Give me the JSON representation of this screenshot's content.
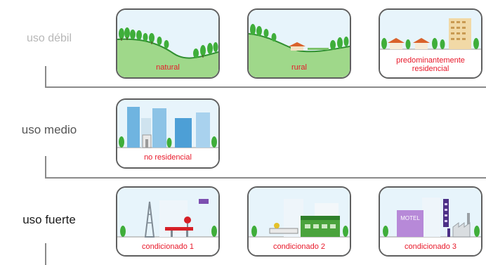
{
  "rows": [
    {
      "label": "uso débil",
      "cards": [
        "natural",
        "rural",
        "predominantemente residencial"
      ]
    },
    {
      "label": "uso medio",
      "cards": [
        "no residencial"
      ]
    },
    {
      "label": "uso fuerte",
      "cards": [
        "condicionado 1",
        "condicionado 2",
        "condicionado 3"
      ]
    }
  ],
  "scene_text": {
    "motel": "MOTEL"
  },
  "colors": {
    "caption": "#e8192a",
    "card_border": "#5f5f5f",
    "bracket": "#8a8a8a",
    "sky": "#dff0fa",
    "grass": "#8fd07a",
    "tree": "#3fae3a"
  }
}
